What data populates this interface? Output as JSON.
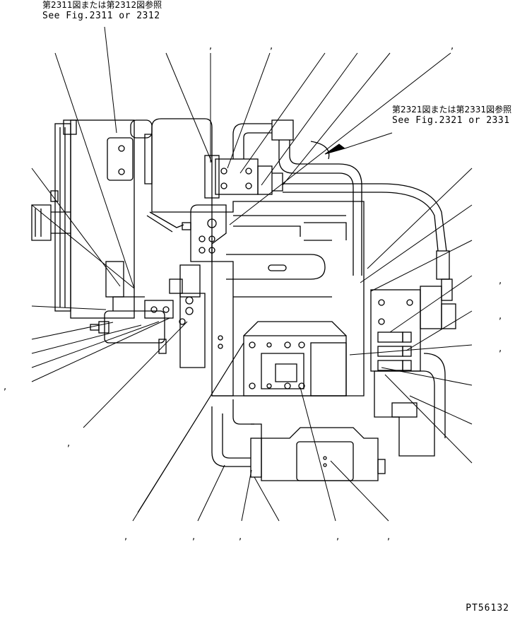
{
  "references": [
    {
      "jp": "第2311図または第2312図参照",
      "en": "See Fig.2311 or 2312"
    },
    {
      "jp": "第2321図または第2331図参照",
      "en": "See Fig.2321 or 2331"
    }
  ],
  "callout_marks": [
    ",",
    ",",
    ",",
    ",",
    ",",
    ",",
    ",",
    ",",
    ",",
    ",",
    ",",
    ",",
    ","
  ],
  "drawing_id": "PT56132"
}
